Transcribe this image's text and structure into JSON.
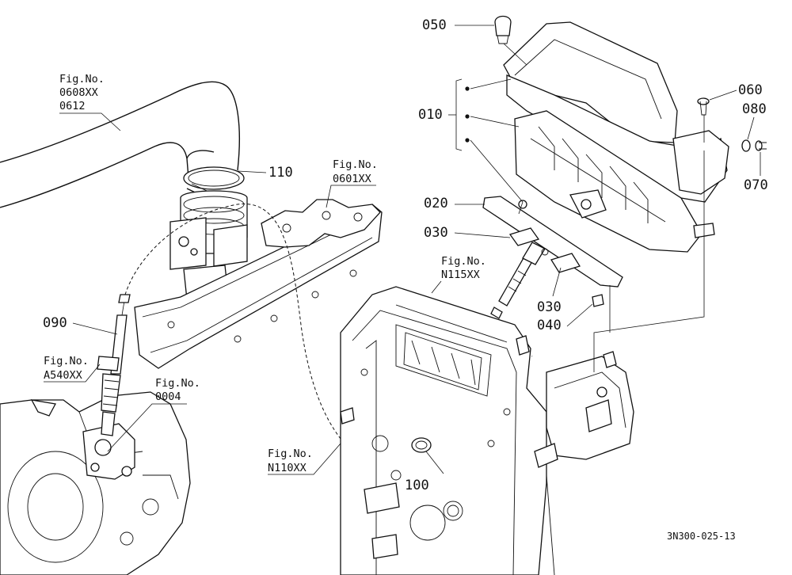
{
  "parts": [
    {
      "id": "p010",
      "label": "010"
    },
    {
      "id": "p020",
      "label": "020"
    },
    {
      "id": "p030a",
      "label": "030"
    },
    {
      "id": "p030b",
      "label": "030"
    },
    {
      "id": "p040",
      "label": "040"
    },
    {
      "id": "p050",
      "label": "050"
    },
    {
      "id": "p060",
      "label": "060"
    },
    {
      "id": "p070",
      "label": "070"
    },
    {
      "id": "p080",
      "label": "080"
    },
    {
      "id": "p090",
      "label": "090"
    },
    {
      "id": "p100",
      "label": "100"
    },
    {
      "id": "p110",
      "label": "110"
    }
  ],
  "figure_refs": [
    {
      "id": "f0608",
      "prefix": "Fig.No.",
      "numbers": [
        "0608XX",
        "0612"
      ]
    },
    {
      "id": "f0601",
      "prefix": "Fig.No.",
      "numbers": [
        "0601XX"
      ]
    },
    {
      "id": "fN115",
      "prefix": "Fig.No.",
      "numbers": [
        "N115XX"
      ]
    },
    {
      "id": "fA540",
      "prefix": "Fig.No.",
      "numbers": [
        "A540XX"
      ]
    },
    {
      "id": "f0004",
      "prefix": "Fig.No.",
      "numbers": [
        "0004"
      ]
    },
    {
      "id": "fN110",
      "prefix": "Fig.No.",
      "numbers": [
        "N110XX"
      ]
    }
  ],
  "drawing_code": "3N300-025-13"
}
